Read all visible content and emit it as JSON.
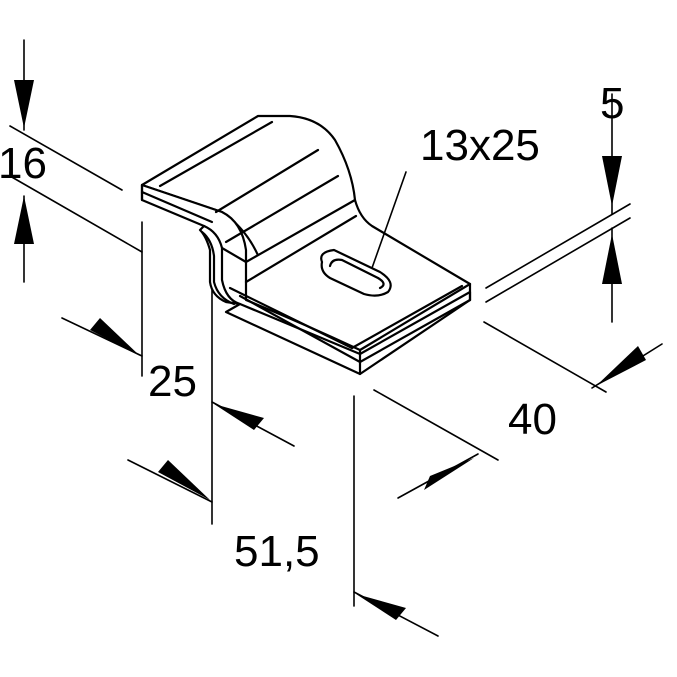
{
  "drawing": {
    "type": "dimensioned technical drawing",
    "part": "cable ladder hold-down clip"
  },
  "dimensions": {
    "height": "16",
    "thickness": "5",
    "slot": "13x25",
    "offset": "25",
    "length": "51,5",
    "width": "40"
  },
  "colors": {
    "line": "#000000",
    "background": "#ffffff"
  }
}
